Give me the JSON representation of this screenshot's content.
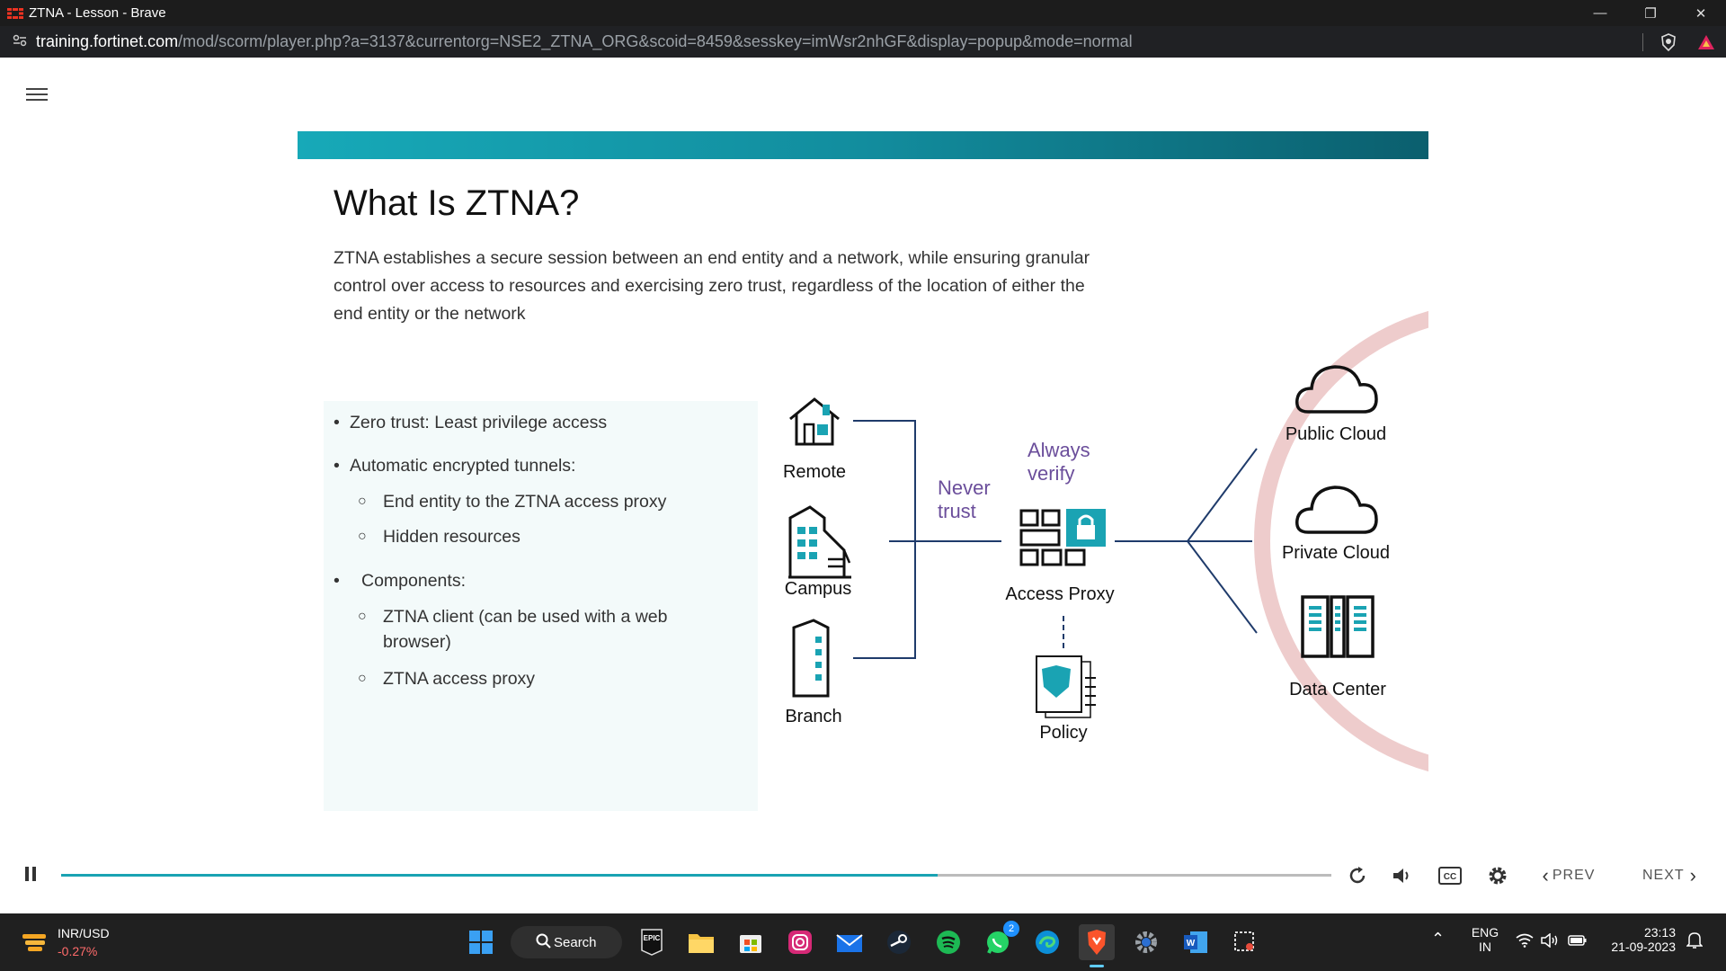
{
  "window": {
    "title": "ZTNA - Lesson - Brave",
    "url_domain": "training.fortinet.com",
    "url_path": "/mod/scorm/player.php?a=3137&currentorg=NSE2_ZTNA_ORG&scoid=8459&sesskey=imWsr2nhGF&display=popup&mode=normal"
  },
  "slide": {
    "title": "What Is ZTNA?",
    "description": "ZTNA establishes a secure session between an end entity and a network, while ensuring granular control over access to resources and exercising zero trust, regardless of the location of either the end entity or the network",
    "bullets": {
      "b1": "Zero trust: Least privilege access",
      "b2": "Automatic encrypted tunnels:",
      "b2_1": "End entity to the ZTNA access proxy",
      "b2_2": "Hidden resources",
      "b3": "Components:",
      "b3_1": "ZTNA client (can be used with a web browser)",
      "b3_2": "ZTNA access proxy"
    },
    "diagram": {
      "remote": "Remote",
      "campus": "Campus",
      "branch": "Branch",
      "never_trust_1": "Never",
      "never_trust_2": "trust",
      "always_verify_1": "Always",
      "always_verify_2": "verify",
      "access_proxy": "Access Proxy",
      "policy": "Policy",
      "public_cloud": "Public Cloud",
      "private_cloud": "Private Cloud",
      "data_center": "Data Center"
    },
    "colors": {
      "accent": "#17a9b8",
      "purple": "#6b4e9b",
      "ring": "#eecccc",
      "line": "#1f3b6b"
    }
  },
  "player": {
    "progress": 0.69,
    "prev_label": "PREV",
    "next_label": "NEXT"
  },
  "taskbar": {
    "ticker_name": "INR/USD",
    "ticker_change": "-0.27%",
    "search_label": "Search",
    "whatsapp_badge": "2",
    "lang_1": "ENG",
    "lang_2": "IN",
    "time": "23:13",
    "date": "21-09-2023"
  }
}
